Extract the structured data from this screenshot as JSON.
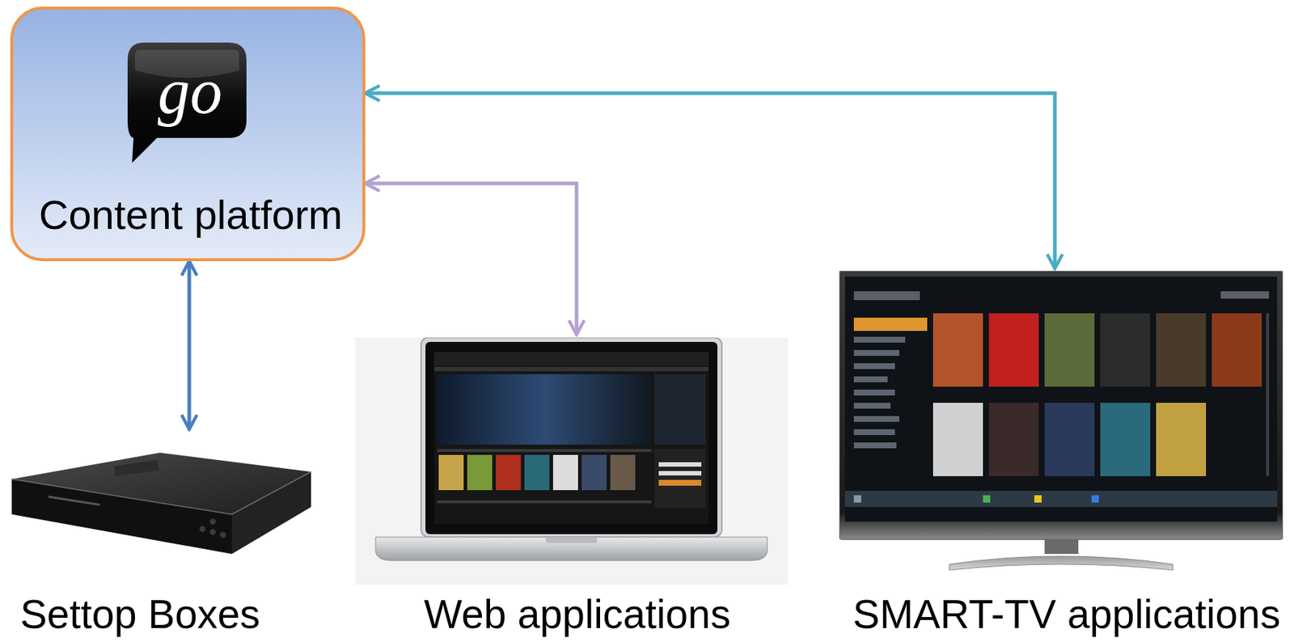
{
  "diagram": {
    "nodes": [
      {
        "text": [
          "go",
          "Content platform"
        ]
      },
      {
        "text": [
          "Settop Boxes"
        ]
      },
      {
        "text": [
          "Web applications"
        ]
      },
      {
        "text": [
          "SMART-TV applications"
        ]
      }
    ],
    "edges": [
      {
        "from": 0,
        "to": 1,
        "arrow": "both"
      },
      {
        "from": 0,
        "to": 2,
        "arrow": "both"
      },
      {
        "from": 0,
        "to": 3,
        "arrow": "both"
      }
    ]
  }
}
